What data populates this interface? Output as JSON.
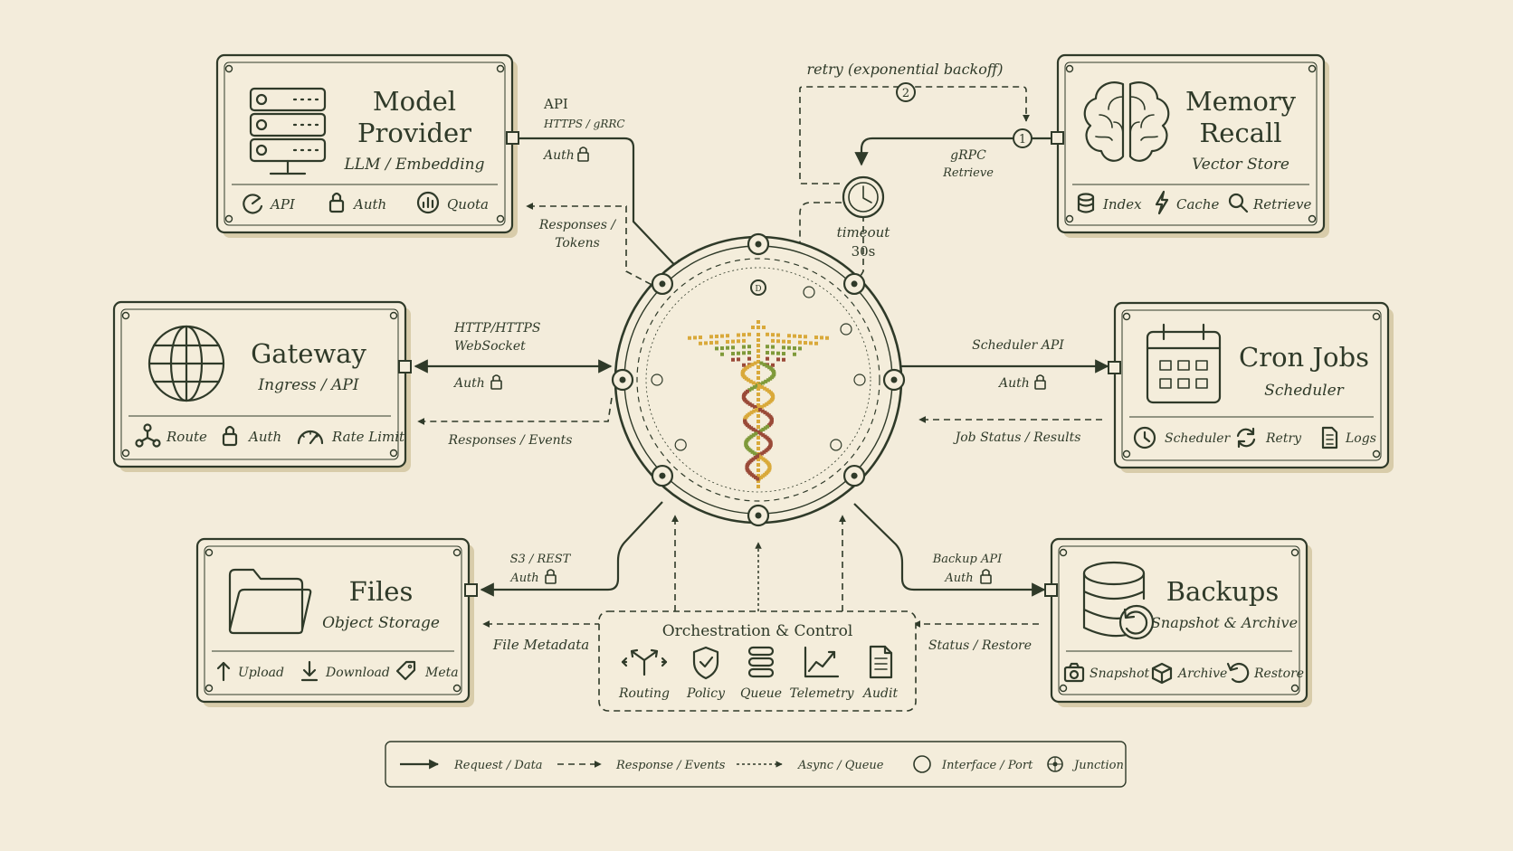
{
  "colors": {
    "background": "#f3ecdb",
    "ink": "#2f3a29",
    "card": "#f4eddb",
    "shadow": "#d8ccaa",
    "emblem_yellow": "#d9a93a",
    "emblem_green": "#7f9a3a",
    "emblem_red": "#9a4a38"
  },
  "modules": {
    "model_provider": {
      "title_1": "Model",
      "title_2": "Provider",
      "subtitle": "LLM / Embedding",
      "icon": "server-icon",
      "features": [
        {
          "icon": "api-icon",
          "label": "API"
        },
        {
          "icon": "lock-icon",
          "label": "Auth"
        },
        {
          "icon": "chart-icon",
          "label": "Quota"
        }
      ]
    },
    "memory_recall": {
      "title_1": "Memory",
      "title_2": "Recall",
      "subtitle": "Vector Store",
      "icon": "brain-icon",
      "features": [
        {
          "icon": "database-icon",
          "label": "Index"
        },
        {
          "icon": "bolt-icon",
          "label": "Cache"
        },
        {
          "icon": "search-icon",
          "label": "Retrieve"
        }
      ]
    },
    "gateway": {
      "title": "Gateway",
      "subtitle": "Ingress / API",
      "icon": "globe-icon",
      "features": [
        {
          "icon": "route-icon",
          "label": "Route"
        },
        {
          "icon": "lock-icon",
          "label": "Auth"
        },
        {
          "icon": "gauge-icon",
          "label": "Rate Limit"
        }
      ]
    },
    "cron_jobs": {
      "title": "Cron Jobs",
      "subtitle": "Scheduler",
      "icon": "calendar-icon",
      "features": [
        {
          "icon": "clock-icon",
          "label": "Scheduler"
        },
        {
          "icon": "retry-icon",
          "label": "Retry"
        },
        {
          "icon": "log-icon",
          "label": "Logs"
        }
      ]
    },
    "files": {
      "title": "Files",
      "subtitle": "Object Storage",
      "icon": "folder-icon",
      "features": [
        {
          "icon": "upload-icon",
          "label": "Upload"
        },
        {
          "icon": "download-icon",
          "label": "Download"
        },
        {
          "icon": "tag-icon",
          "label": "Meta"
        }
      ]
    },
    "backups": {
      "title": "Backups",
      "subtitle": "Snapshot & Archive",
      "icon": "database-restore-icon",
      "features": [
        {
          "icon": "camera-icon",
          "label": "Snapshot"
        },
        {
          "icon": "box-icon",
          "label": "Archive"
        },
        {
          "icon": "restore-icon",
          "label": "Restore"
        }
      ]
    }
  },
  "connections": {
    "model_provider": {
      "req_1": "API",
      "req_2": "HTTPS / gRRC",
      "auth": "Auth",
      "resp_1": "Responses /",
      "resp_2": "Tokens"
    },
    "memory_recall": {
      "retry": "retry (exponential backoff)",
      "step_1": "1",
      "step_2": "2",
      "grpc_1": "gRPC",
      "grpc_2": "Retrieve",
      "timeout_1": "timeout",
      "timeout_2": "30s"
    },
    "gateway": {
      "req_1": "HTTP/HTTPS",
      "req_2": "WebSocket",
      "auth": "Auth",
      "resp": "Responses / Events"
    },
    "cron_jobs": {
      "req": "Scheduler API",
      "auth": "Auth",
      "resp": "Job Status / Results"
    },
    "files": {
      "req": "S3 / REST",
      "auth": "Auth",
      "resp": "File Metadata"
    },
    "backups": {
      "req": "Backup API",
      "auth": "Auth",
      "resp": "Status / Restore"
    }
  },
  "hub": {
    "top_port": "D"
  },
  "orchestration": {
    "title": "Orchestration & Control",
    "items": [
      {
        "icon": "routing-icon",
        "label": "Routing"
      },
      {
        "icon": "shield-icon",
        "label": "Policy"
      },
      {
        "icon": "queue-icon",
        "label": "Queue"
      },
      {
        "icon": "telemetry-icon",
        "label": "Telemetry"
      },
      {
        "icon": "audit-icon",
        "label": "Audit"
      }
    ]
  },
  "legend": [
    {
      "style": "solid",
      "label": "Request / Data"
    },
    {
      "style": "dashed",
      "label": "Response / Events"
    },
    {
      "style": "dotted",
      "label": "Async / Queue"
    },
    {
      "style": "circle",
      "label": "Interface / Port"
    },
    {
      "style": "junction",
      "label": "Junction"
    }
  ]
}
